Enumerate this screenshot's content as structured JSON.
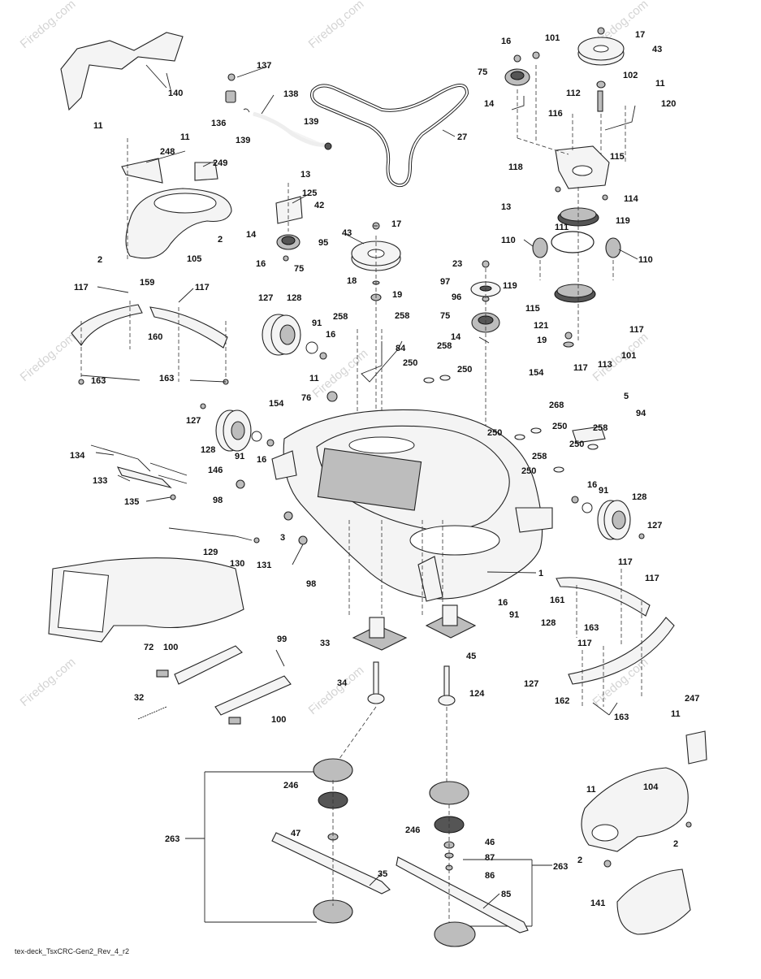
{
  "diagram": {
    "caption": "tex-deck_TsxCRC-Gen2_Rev_4_r2",
    "watermark": "Firedog.com",
    "labels": [
      "140",
      "137",
      "136",
      "139",
      "138",
      "139",
      "27",
      "16",
      "101",
      "17",
      "43",
      "75",
      "102",
      "11",
      "112",
      "120",
      "14",
      "116",
      "11",
      "248",
      "11",
      "249",
      "2",
      "105",
      "2",
      "13",
      "125",
      "42",
      "14",
      "95",
      "16",
      "75",
      "43",
      "17",
      "118",
      "115",
      "13",
      "114",
      "119",
      "111",
      "110",
      "110",
      "18",
      "19",
      "23",
      "97",
      "96",
      "75",
      "119",
      "115",
      "121",
      "117",
      "19",
      "117",
      "113",
      "101",
      "117",
      "159",
      "117",
      "127",
      "128",
      "91",
      "16",
      "258",
      "258",
      "84",
      "14",
      "258",
      "11",
      "250",
      "250",
      "154",
      "163",
      "163",
      "160",
      "76",
      "154",
      "127",
      "128",
      "91",
      "16",
      "250",
      "268",
      "250",
      "5",
      "94",
      "258",
      "250",
      "258",
      "250",
      "134",
      "146",
      "133",
      "135",
      "98",
      "3",
      "16",
      "91",
      "128",
      "127",
      "129",
      "130",
      "131",
      "98",
      "1",
      "117",
      "117",
      "161",
      "163",
      "72",
      "100",
      "99",
      "33",
      "45",
      "16",
      "91",
      "128",
      "117",
      "127",
      "162",
      "163",
      "34",
      "124",
      "32",
      "100",
      "247",
      "11",
      "104",
      "246",
      "263",
      "47",
      "246",
      "46",
      "87",
      "86",
      "263",
      "11",
      "2",
      "2",
      "35",
      "85",
      "141"
    ]
  }
}
